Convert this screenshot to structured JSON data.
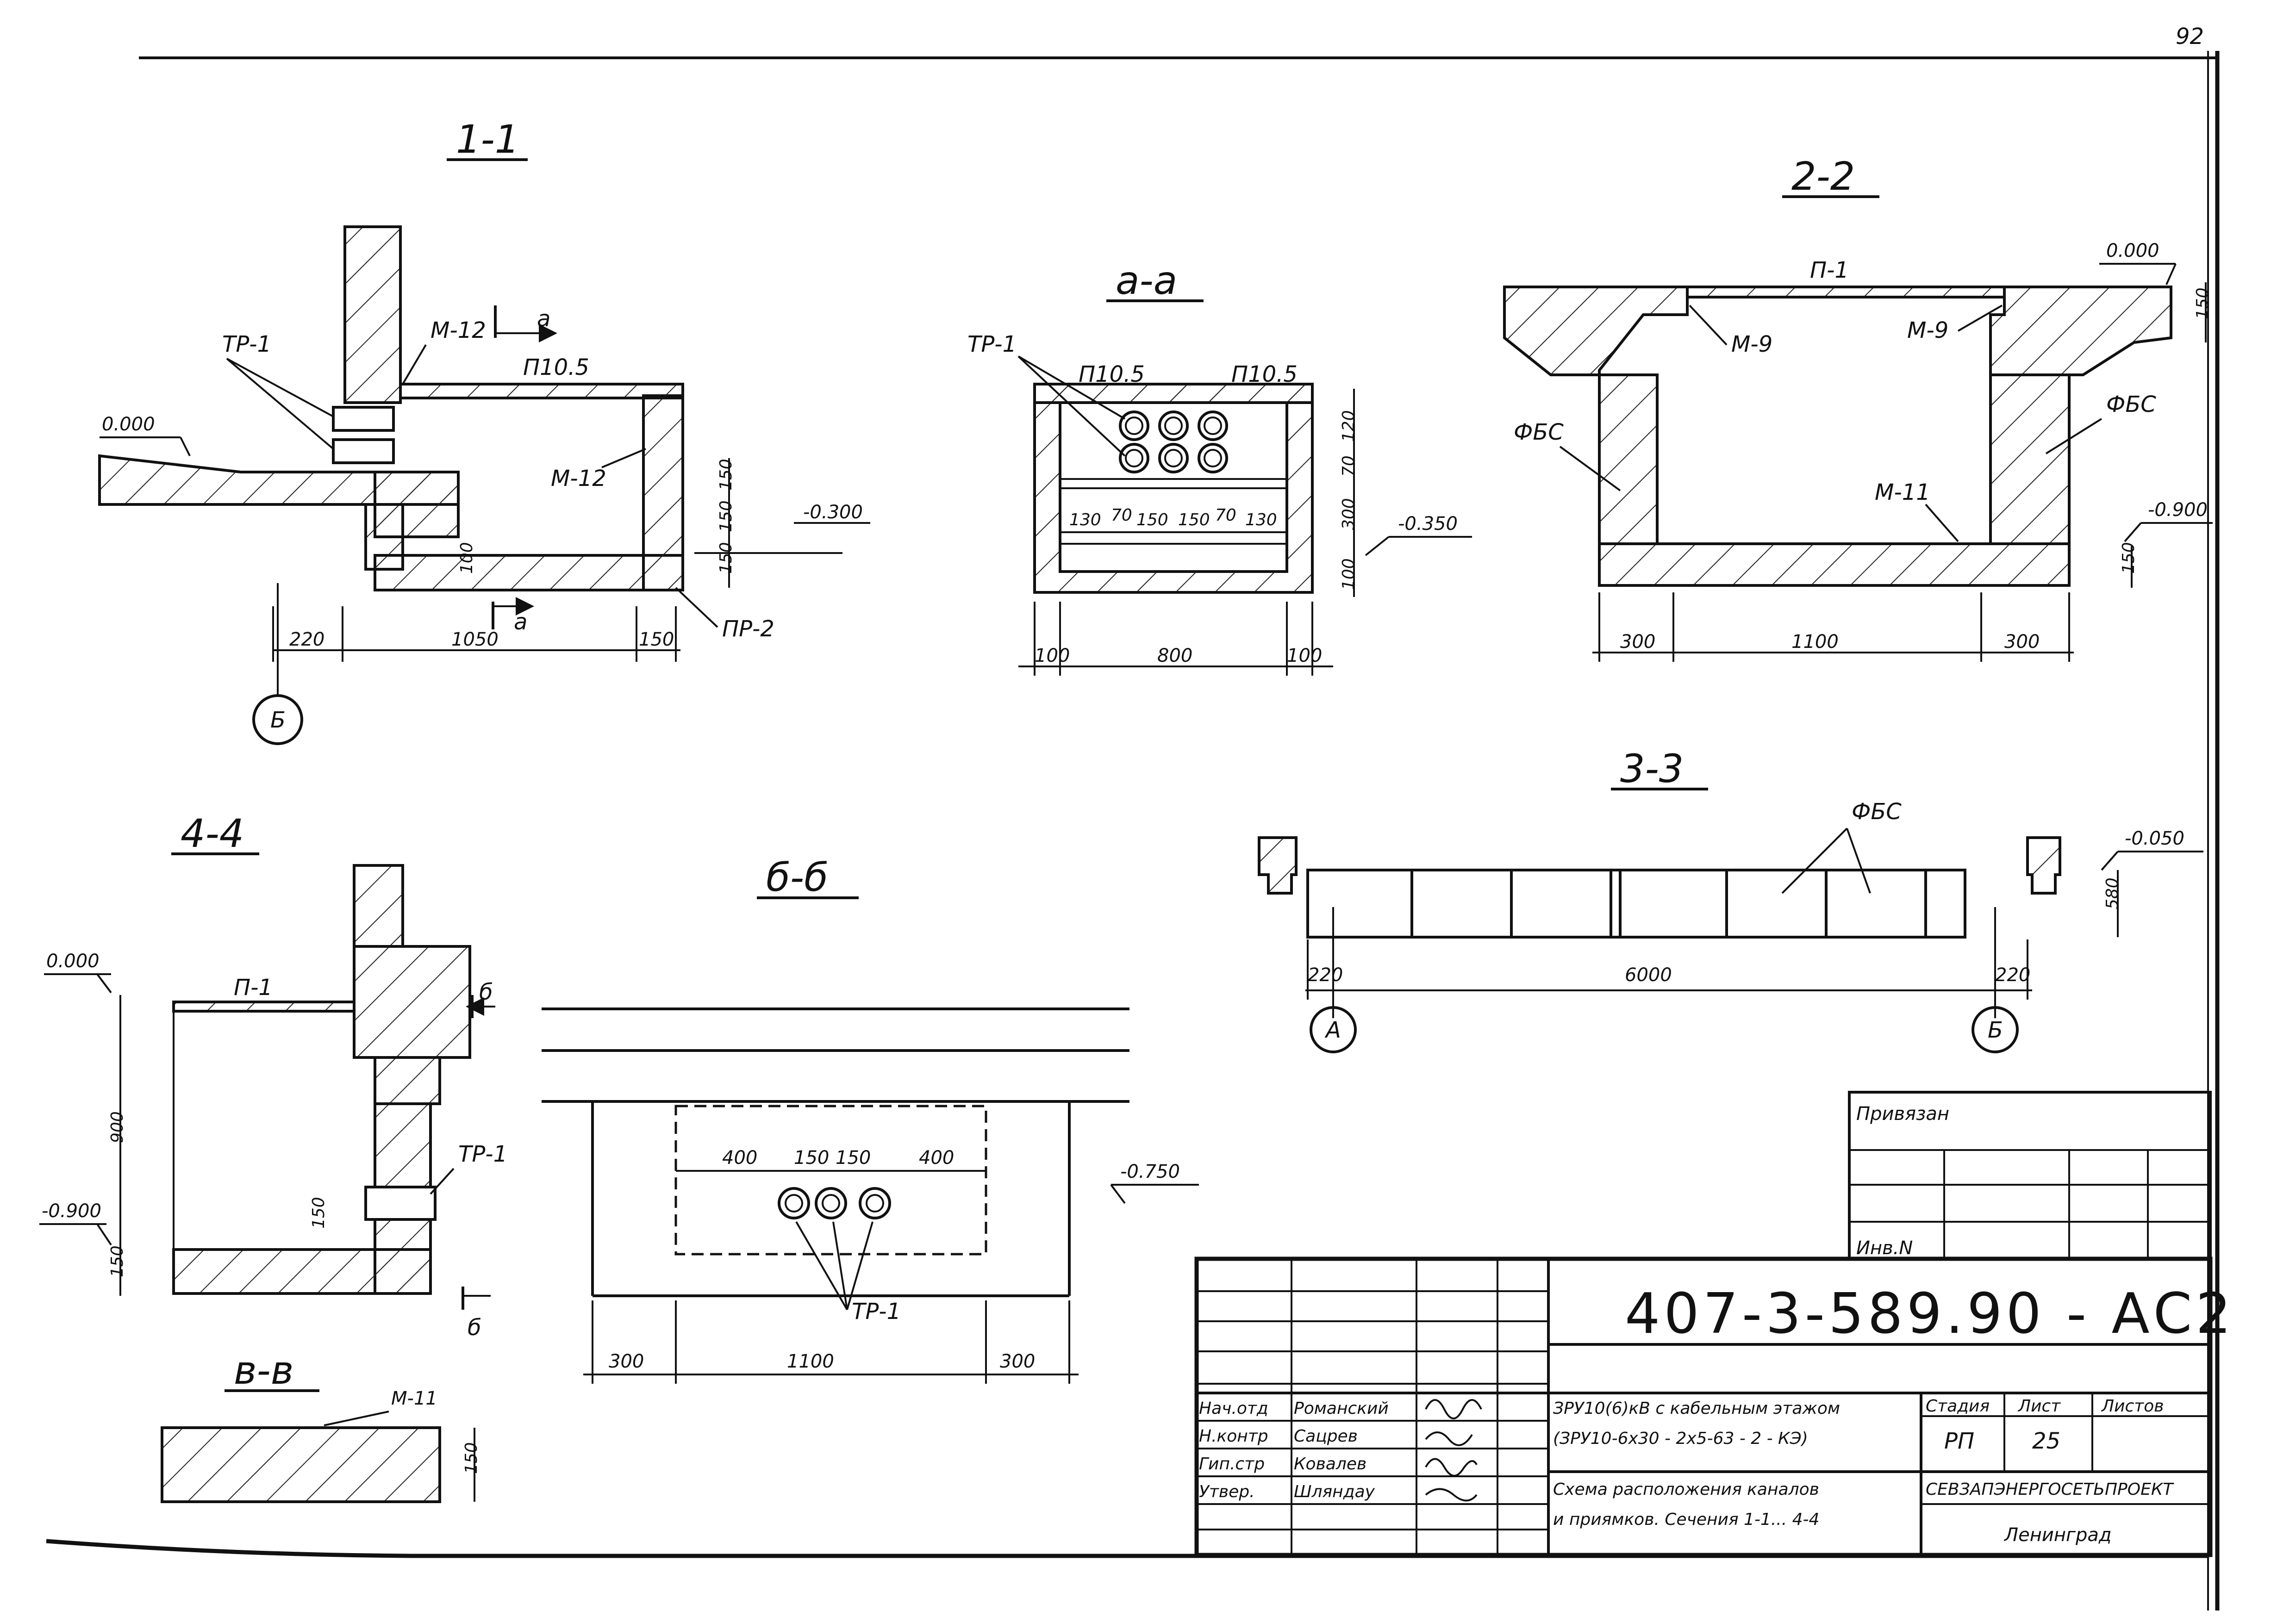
{
  "page_number": "92",
  "sections": {
    "s11": "1-1",
    "s22": "2-2",
    "s33": "3-3",
    "s44": "4-4",
    "saa": "а-а",
    "sbb": "б-б",
    "svv": "в-в"
  },
  "labels": {
    "tr1": "ТР-1",
    "m12": "М-12",
    "m9": "М-9",
    "m11": "М-11",
    "p105": "П10.5",
    "pr2": "ПР-2",
    "p1": "П-1",
    "fbs": "ФБС",
    "cut_a": "а",
    "cut_b": "б"
  },
  "levels": {
    "l0": "0.000",
    "l300": "-0.300",
    "l350": "-0.350",
    "l900a": "-0.900",
    "l900b": "-0.900",
    "l050": "-0.050",
    "l750": "-0.750"
  },
  "dims": {
    "d150": "150",
    "d100": "100",
    "d70": "70",
    "d120": "120",
    "d300": "300",
    "d220": "220",
    "d1050": "1050",
    "d130": "130",
    "d800": "800",
    "d1100": "1100",
    "d6000": "6000",
    "d580": "580",
    "d900": "900",
    "d400": "400"
  },
  "axes": {
    "a": "А",
    "b": "Б"
  },
  "stamp": {
    "privyazan": "Привязан",
    "inv": "Инв.N",
    "code": "407-3-589.90 - АС2",
    "rows": [
      {
        "role": "Нач.отд",
        "name": "Романский"
      },
      {
        "role": "Н.контр",
        "name": "Сацрев"
      },
      {
        "role": "Гип.стр",
        "name": "Ковалев"
      },
      {
        "role": "Утвер.",
        "name": "Шляндау"
      }
    ],
    "title_line1": "ЗРУ10(6)кВ с кабельным этажом",
    "title_line2": "(ЗРУ10-6х30 - 2х5-63 - 2 - КЭ)",
    "title_line3": "Схема расположения каналов",
    "title_line4": "и приямков. Сечения 1-1... 4-4",
    "h_stage": "Стадия",
    "h_sheet": "Лист",
    "h_sheets": "Листов",
    "v_stage": "РП",
    "v_sheet": "25",
    "org": "СЕВЗАПЭНЕРГОСЕТЬПРОЕКТ",
    "city": "Ленинград"
  }
}
